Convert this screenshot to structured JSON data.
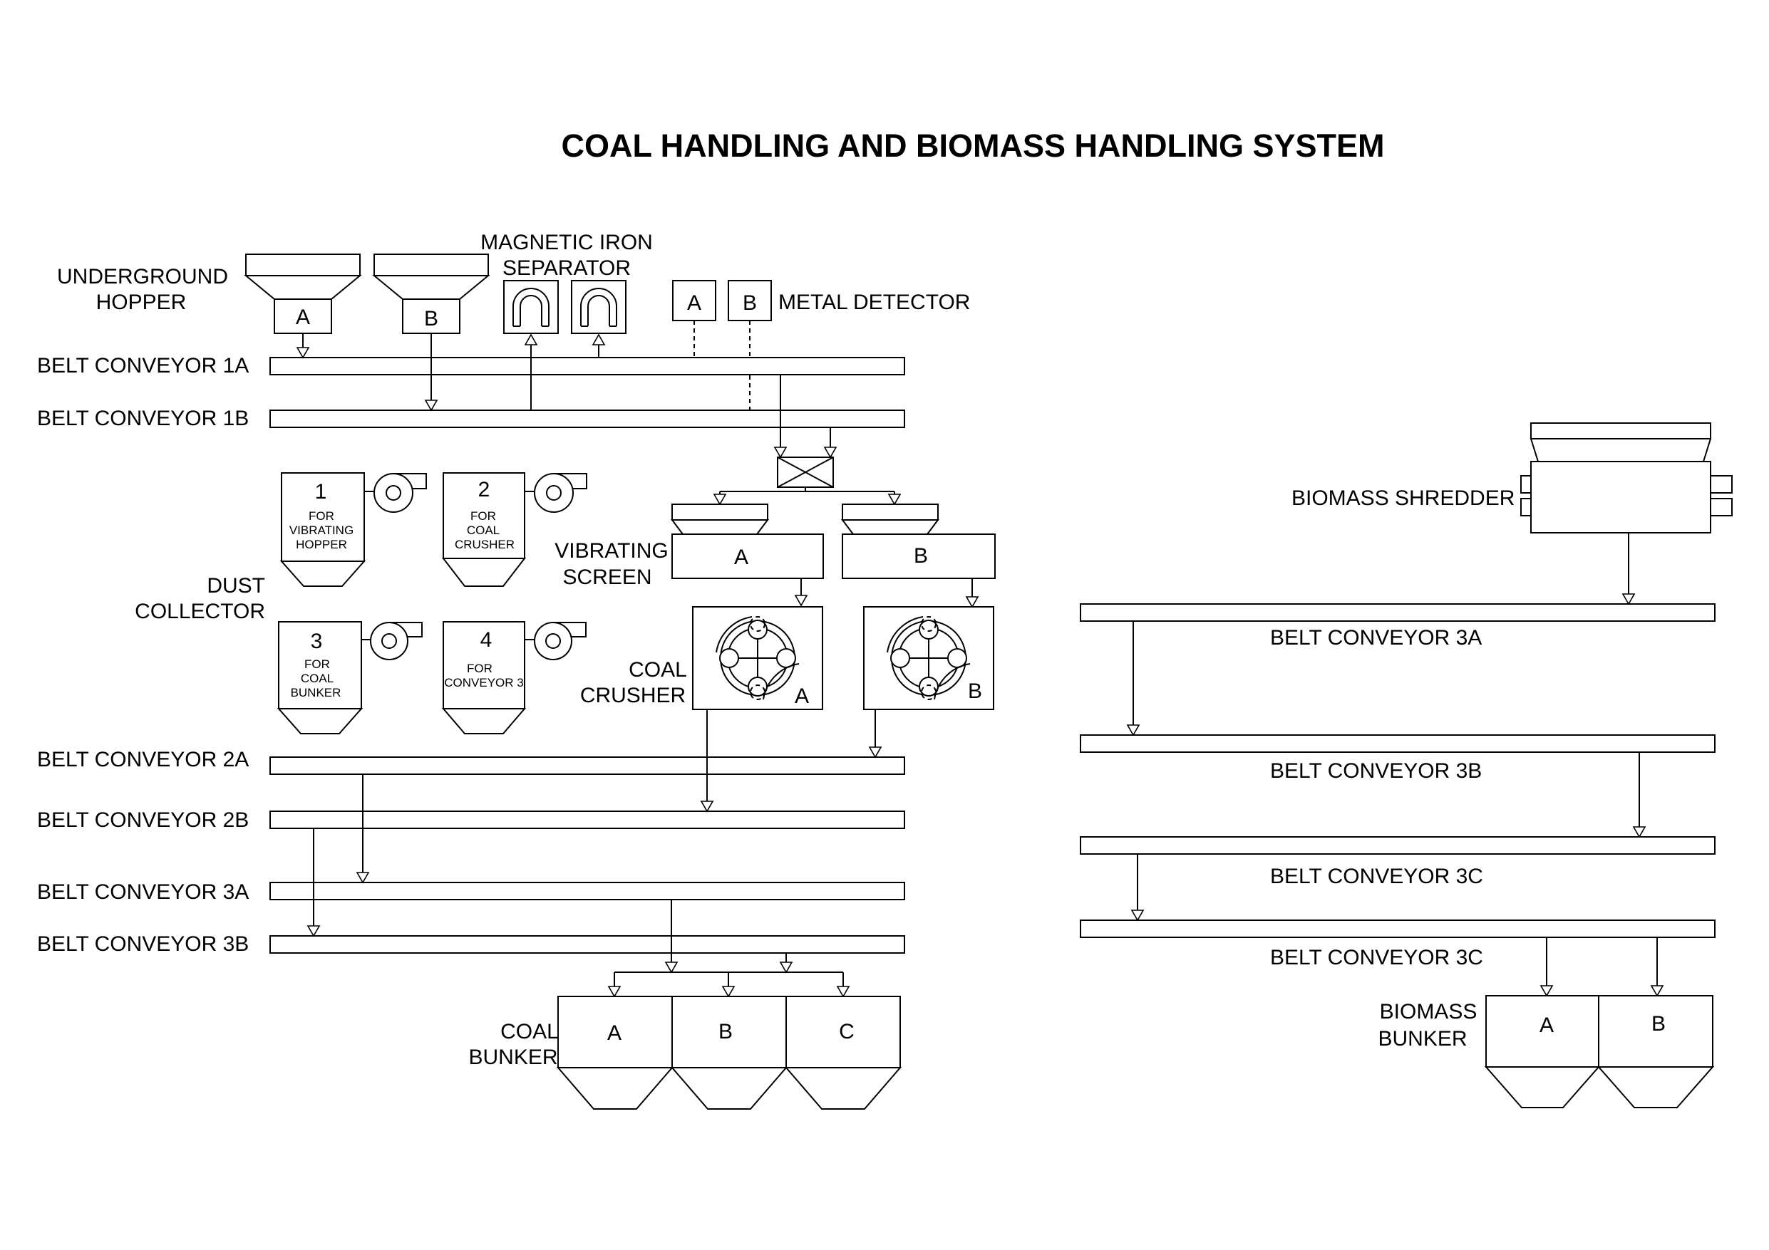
{
  "title": "COAL HANDLING AND BIOMASS HANDLING SYSTEM",
  "coal_side": {
    "underground_hopper": {
      "label_1": "UNDERGROUND",
      "label_2": "HOPPER",
      "a": "A",
      "b": "B"
    },
    "magnetic_separator": {
      "label_1": "MAGNETIC IRON",
      "label_2": "SEPARATOR"
    },
    "metal_detector": {
      "label": "METAL DETECTOR",
      "a": "A",
      "b": "B"
    },
    "conveyors": {
      "bc1a": "BELT CONVEYOR 1A",
      "bc1b": "BELT CONVEYOR 1B",
      "bc2a": "BELT CONVEYOR 2A",
      "bc2b": "BELT CONVEYOR 2B",
      "bc3a": "BELT CONVEYOR 3A",
      "bc3b": "BELT CONVEYOR 3B"
    },
    "dust_collector": {
      "label_1": "DUST",
      "label_2": "COLLECTOR",
      "units": [
        {
          "num": "1",
          "line1": "FOR",
          "line2": "VIBRATING",
          "line3": "HOPPER"
        },
        {
          "num": "2",
          "line1": "FOR",
          "line2": "COAL",
          "line3": "CRUSHER"
        },
        {
          "num": "3",
          "line1": "FOR",
          "line2": "COAL",
          "line3": "BUNKER"
        },
        {
          "num": "4",
          "line1": "FOR",
          "line2": "CONVEYOR 3",
          "line3": ""
        }
      ]
    },
    "vibrating_screen": {
      "label_1": "VIBRATING",
      "label_2": "SCREEN",
      "a": "A",
      "b": "B"
    },
    "coal_crusher": {
      "label_1": "COAL",
      "label_2": "CRUSHER",
      "a": "A",
      "b": "B"
    },
    "coal_bunker": {
      "label_1": "COAL",
      "label_2": "BUNKER",
      "a": "A",
      "b": "B",
      "c": "C"
    }
  },
  "biomass_side": {
    "shredder": {
      "label": "BIOMASS SHREDDER"
    },
    "conveyors": {
      "bc3a": "BELT CONVEYOR 3A",
      "bc3b": "BELT CONVEYOR 3B",
      "bc3c_1": "BELT CONVEYOR 3C",
      "bc3c_2": "BELT CONVEYOR 3C"
    },
    "bunker": {
      "label_1": "BIOMASS",
      "label_2": "BUNKER",
      "a": "A",
      "b": "B"
    }
  }
}
